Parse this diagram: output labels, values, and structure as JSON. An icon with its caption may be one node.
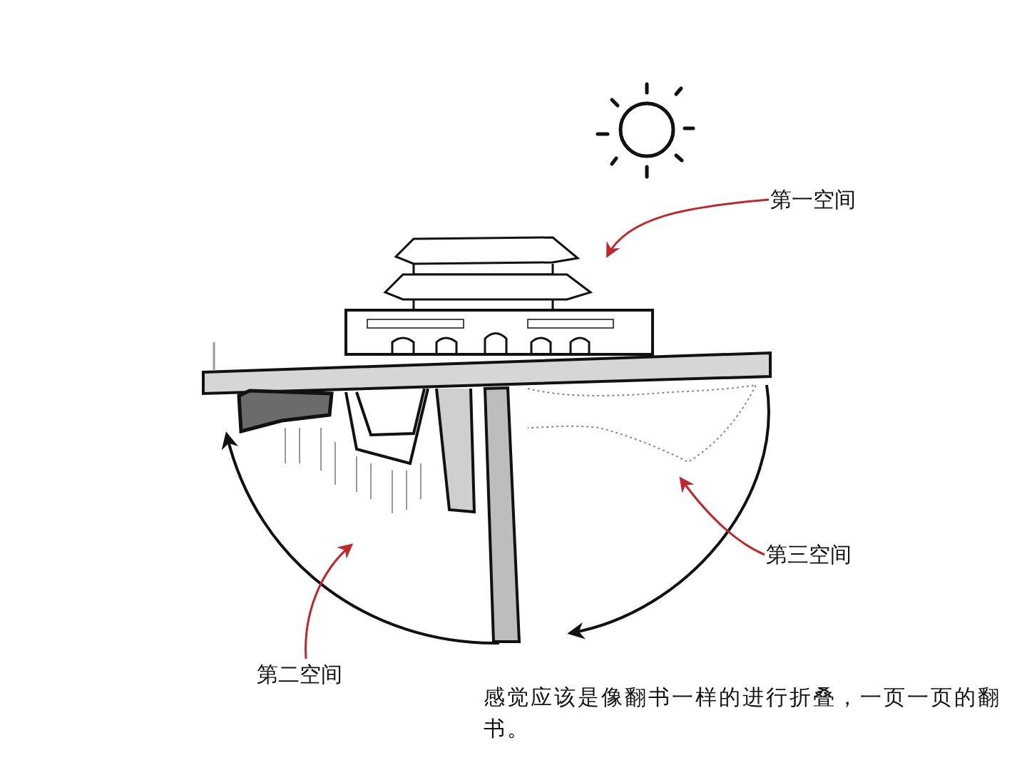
{
  "diagram": {
    "nodes": [
      {
        "text": [
          "第一空间"
        ]
      },
      {
        "text": [
          "第二空间"
        ]
      },
      {
        "text": [
          "第三空间"
        ]
      }
    ],
    "edges": [
      {
        "from": 0,
        "to": null,
        "arrow": "to"
      },
      {
        "from": 1,
        "to": null,
        "arrow": "to"
      },
      {
        "from": 2,
        "to": null,
        "arrow": "to"
      }
    ],
    "labels": [
      "感觉应该是像翻书一样的进行折叠，一页一页的翻书。"
    ]
  }
}
